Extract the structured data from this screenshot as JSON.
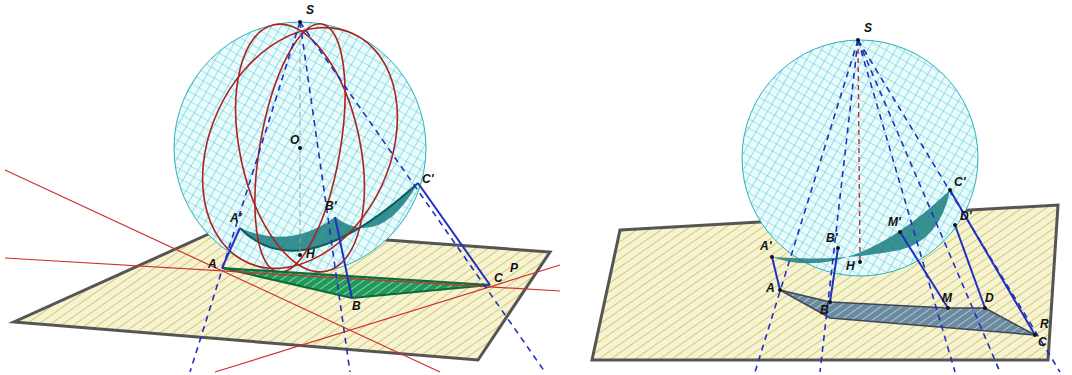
{
  "diagram": {
    "labels": [
      "S",
      "O",
      "A'",
      "B'",
      "C'",
      "A",
      "B",
      "C",
      "P",
      "H",
      "S",
      "A'",
      "B'",
      "C'",
      "M'",
      "D'",
      "A",
      "B",
      "H",
      "M",
      "D",
      "C",
      "R"
    ]
  }
}
